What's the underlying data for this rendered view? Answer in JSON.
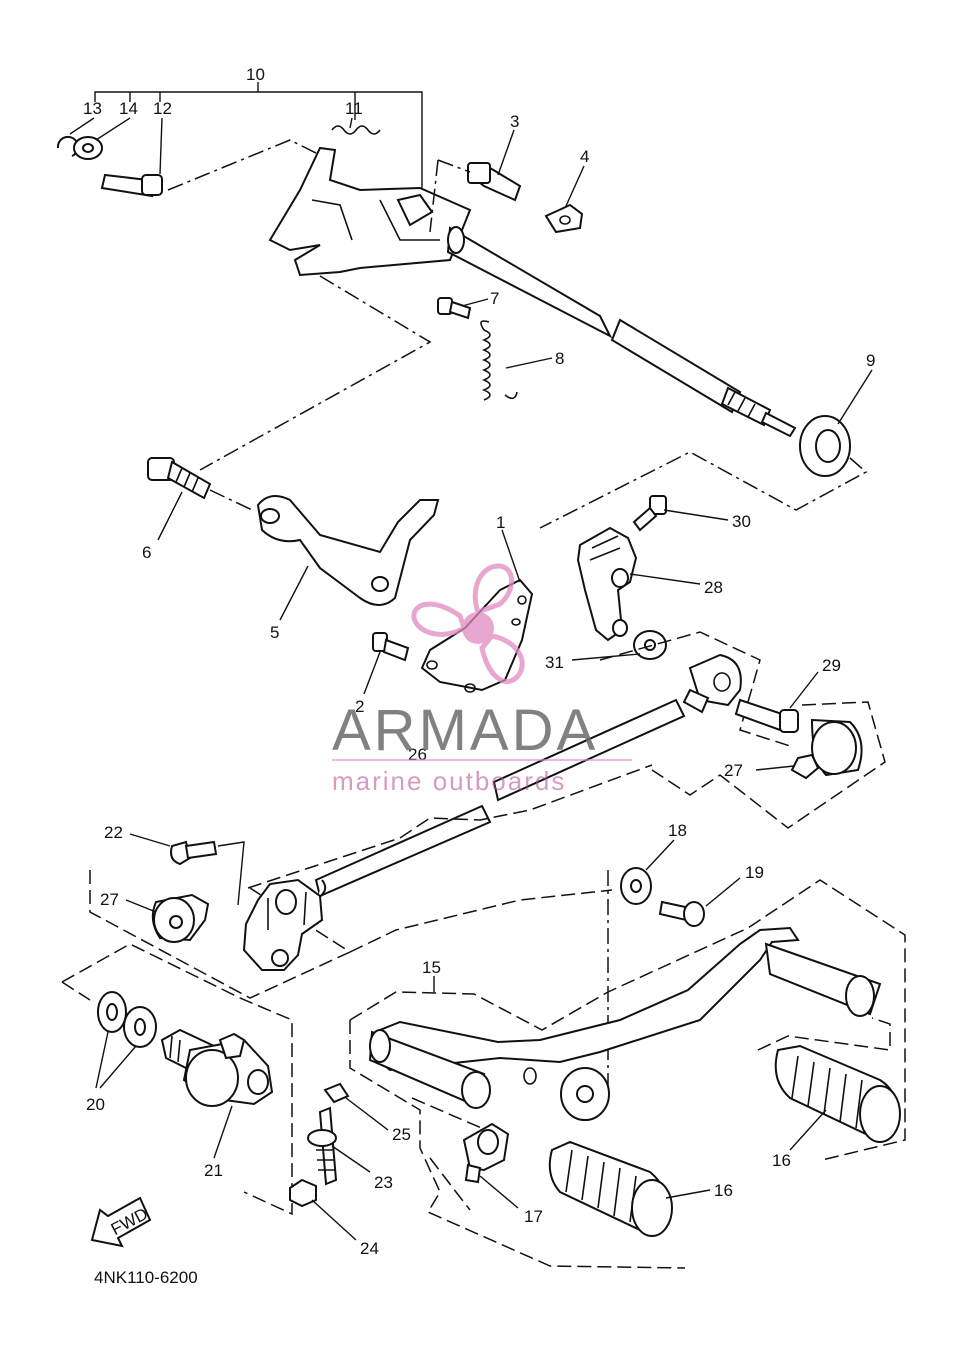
{
  "diagram": {
    "part_labels": [
      "1",
      "2",
      "3",
      "4",
      "5",
      "6",
      "7",
      "8",
      "9",
      "10",
      "11",
      "12",
      "13",
      "14",
      "15",
      "16",
      "16",
      "17",
      "18",
      "19",
      "20",
      "21",
      "22",
      "23",
      "24",
      "25",
      "26",
      "27",
      "27",
      "28",
      "29",
      "30",
      "31"
    ],
    "fwd_label": "FWD",
    "figure_code": "4NK110-6200"
  },
  "watermark": {
    "brand": "ARMADA",
    "tagline": "marine outboards",
    "accent_color": "#e08ac0"
  }
}
